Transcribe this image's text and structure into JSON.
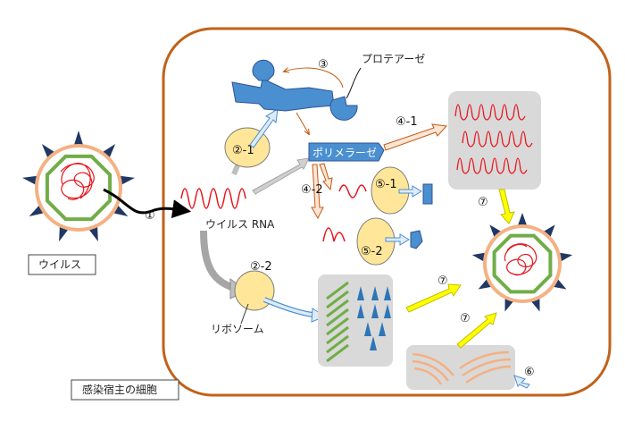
{
  "labels": {
    "virus": "ウイルス",
    "host_cell": "感染宿主の細胞",
    "viral_rna": "ウイルス RNA",
    "ribosome": "リボソーム",
    "protease": "プロテアーゼ",
    "polymerase": "ポリメラーゼ"
  },
  "steps": {
    "s1": "①",
    "s2_1": "②-1",
    "s2_2": "②-2",
    "s3": "③",
    "s4_1": "④-1",
    "s4_2": "④-2",
    "s5_1": "⑤-1",
    "s5_2": "⑤-2",
    "s6": "⑥",
    "s7a": "⑦",
    "s7b": "⑦",
    "s7c": "⑦"
  },
  "colors": {
    "cell_border": "#C0621A",
    "virus_envelope": "#F4B183",
    "virus_capsid": "#70AD47",
    "virus_spike": "#203864",
    "rna": "#E8141C",
    "ribosome_fill": "#FFE699",
    "protein_blue": "#4A8FD0",
    "panel_gray": "#D9D9D9",
    "arrow_yellow": "#FFFF00",
    "arrow_orange": "#C55A11"
  }
}
